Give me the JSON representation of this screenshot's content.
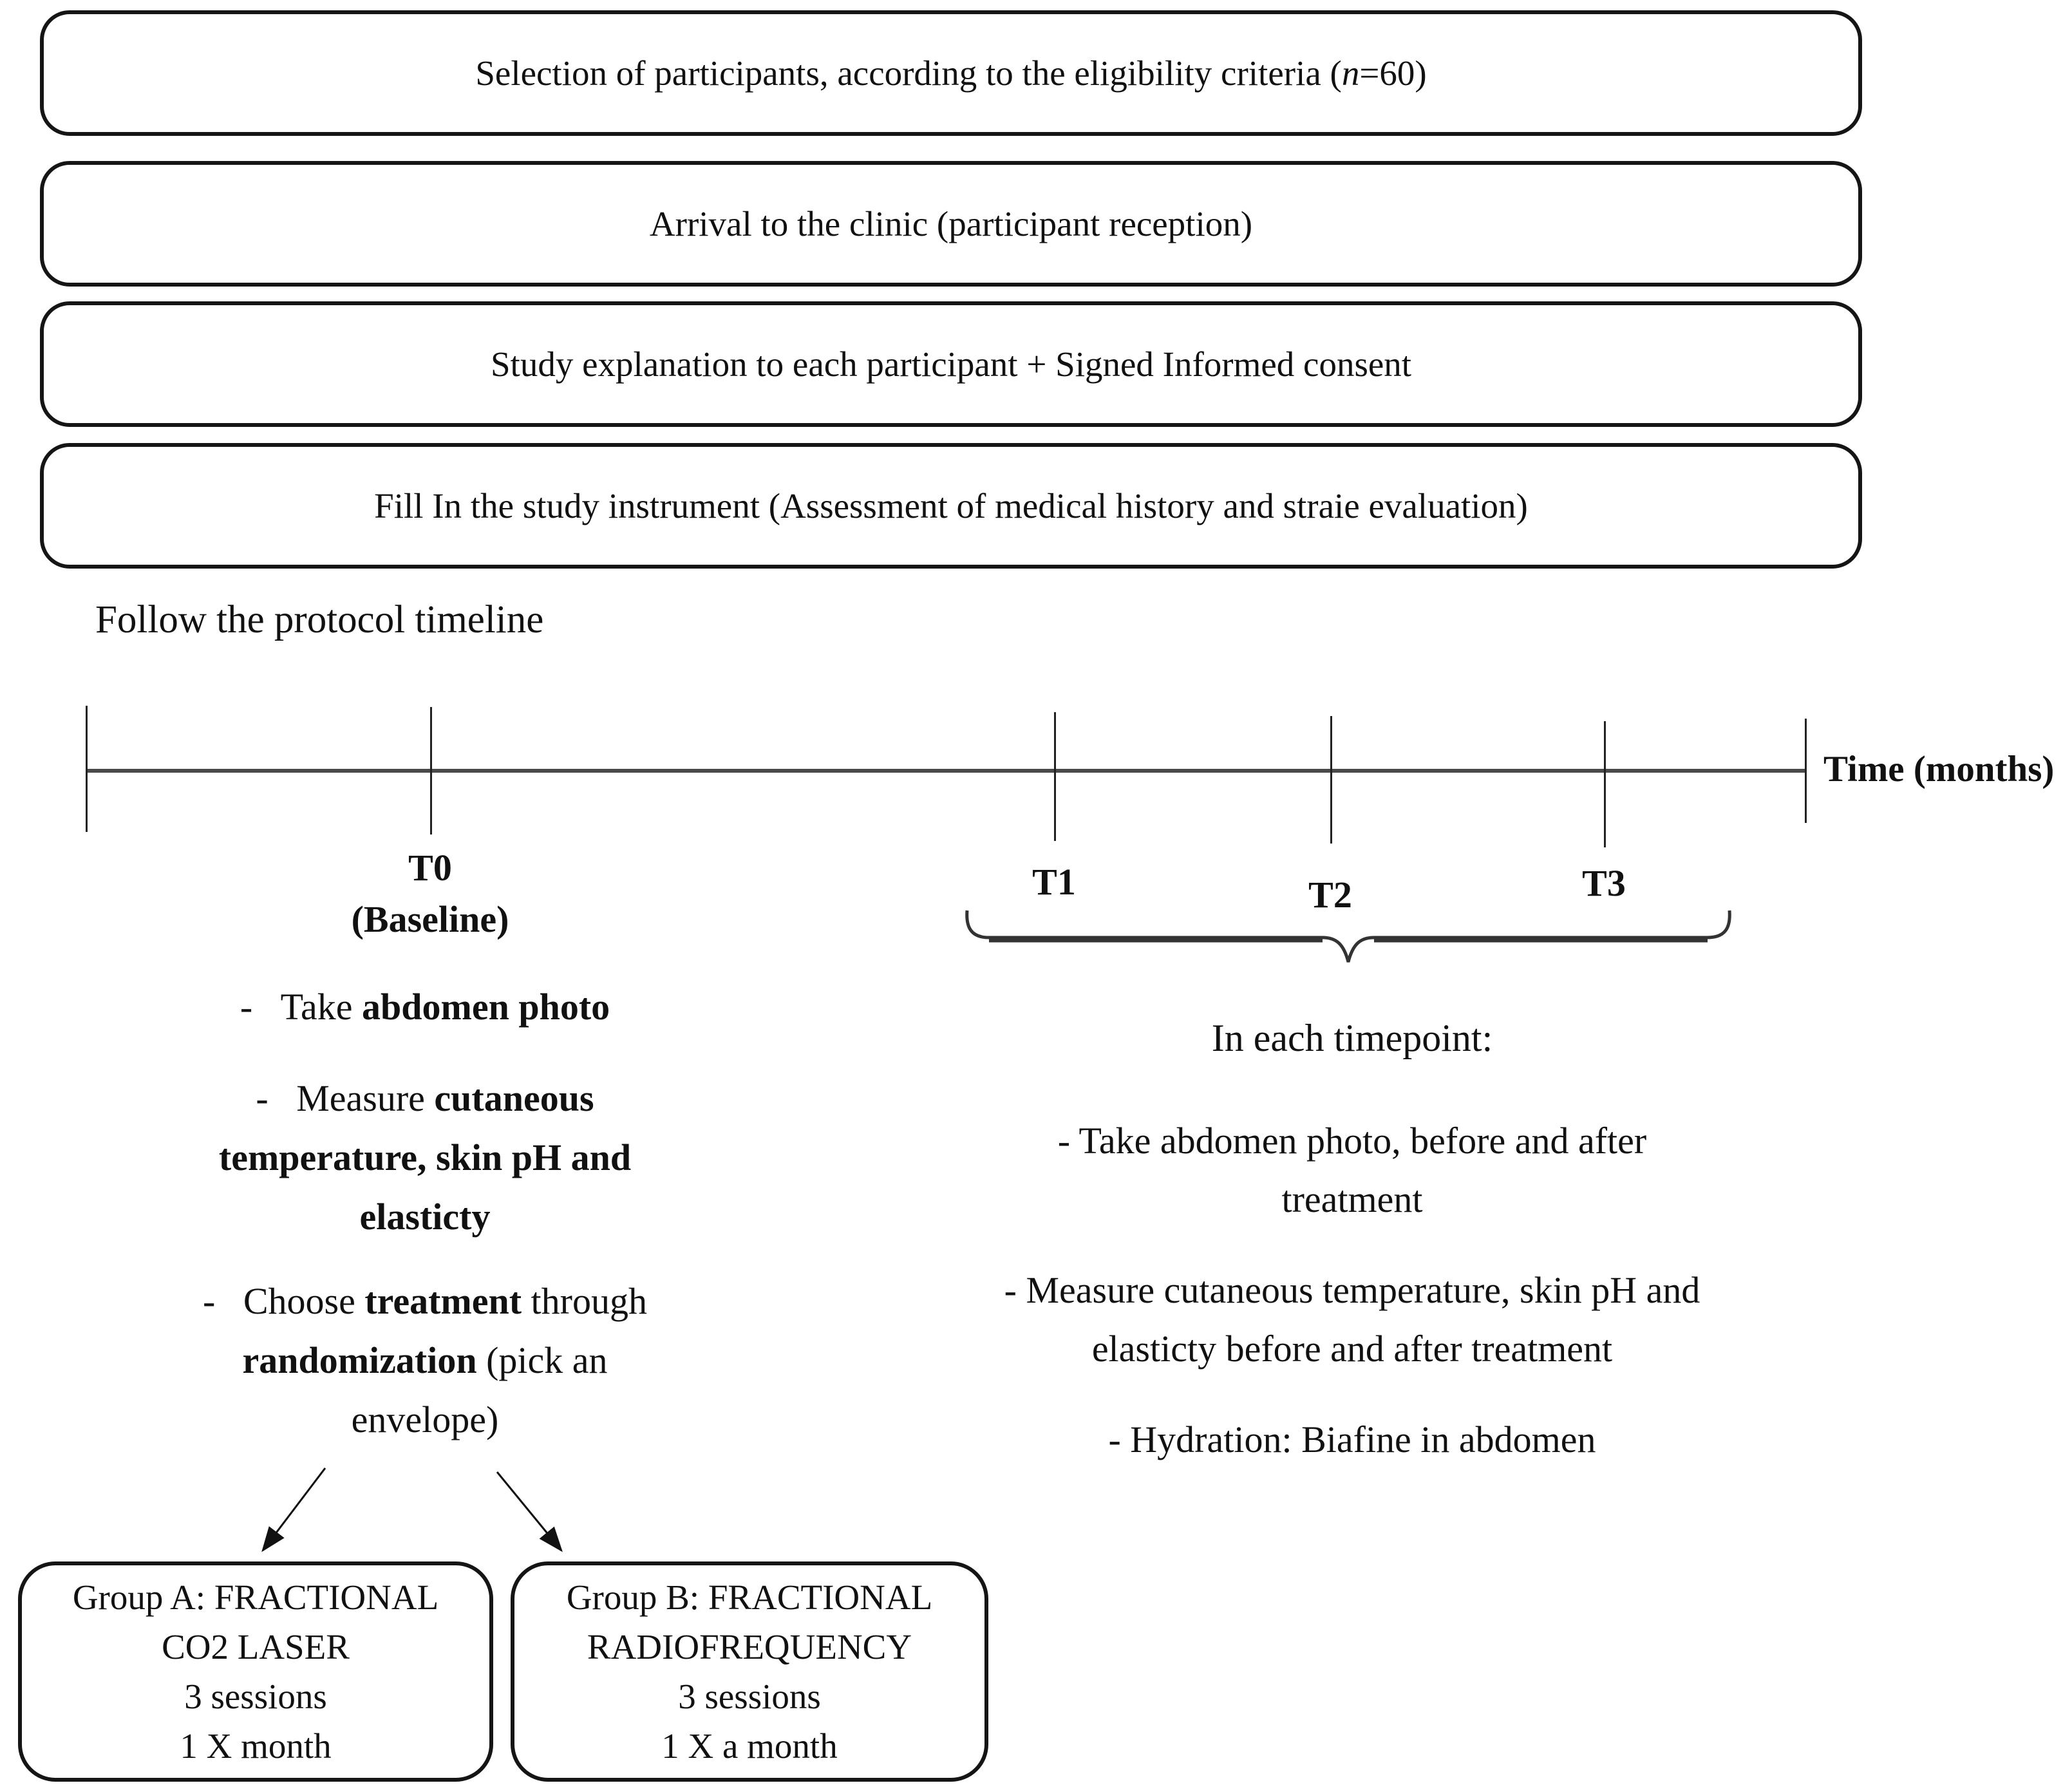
{
  "flow_boxes": [
    {
      "name": "selection",
      "segments": [
        {
          "t": "Selection of participants, according to the eligibility criteria ("
        },
        {
          "t": "n",
          "i": true
        },
        {
          "t": "=60)"
        }
      ]
    },
    {
      "name": "arrival",
      "segments": [
        {
          "t": "Arrival to the clinic (participant reception)"
        }
      ]
    },
    {
      "name": "explanation",
      "segments": [
        {
          "t": "Study explanation to each participant + Signed Informed consent"
        }
      ]
    },
    {
      "name": "instrument",
      "segments": [
        {
          "t": "Fill In the study instrument (Assessment of medical history and straie evaluation)"
        }
      ]
    }
  ],
  "timeline": {
    "section_label": "Follow the protocol timeline",
    "axis_label": "Time (months)",
    "ticks": [
      {
        "label": "T0",
        "sublabel": "(Baseline)"
      },
      {
        "label": "T1"
      },
      {
        "label": "T2"
      },
      {
        "label": "T3"
      }
    ]
  },
  "baseline_tasks": {
    "items": [
      {
        "lines": [
          [
            {
              "t": "-   Take "
            },
            {
              "t": "abdomen photo",
              "b": true
            }
          ]
        ]
      },
      {
        "lines": [
          [
            {
              "t": "-   Measure "
            },
            {
              "t": "cutaneous",
              "b": true
            }
          ],
          [
            {
              "t": "temperature, skin pH and",
              "b": true
            }
          ],
          [
            {
              "t": "elasticty",
              "b": true
            }
          ]
        ]
      },
      {
        "lines": [
          [
            {
              "t": "-   Choose "
            },
            {
              "t": "treatment",
              "b": true
            },
            {
              "t": " through"
            }
          ],
          [
            {
              "t": "randomization",
              "b": true
            },
            {
              "t": " (pick an"
            }
          ],
          [
            {
              "t": "envelope)"
            }
          ]
        ]
      }
    ]
  },
  "timepoint_tasks": {
    "heading": "In each timepoint:",
    "items": [
      {
        "lines": [
          [
            {
              "t": "- Take abdomen photo, before and after"
            }
          ],
          [
            {
              "t": "treatment"
            }
          ]
        ]
      },
      {
        "lines": [
          [
            {
              "t": "- Measure cutaneous temperature, skin pH and"
            }
          ],
          [
            {
              "t": "elasticty before and after treatment"
            }
          ]
        ]
      },
      {
        "lines": [
          [
            {
              "t": "- Hydration: Biafine in abdomen"
            }
          ]
        ]
      }
    ]
  },
  "groups": [
    {
      "lines": [
        "Group A: FRACTIONAL",
        "CO2 LASER",
        "3 sessions",
        "1 X month"
      ]
    },
    {
      "lines": [
        "Group B: FRACTIONAL",
        "RADIOFREQUENCY",
        "3 sessions",
        "1 X a month"
      ]
    }
  ]
}
